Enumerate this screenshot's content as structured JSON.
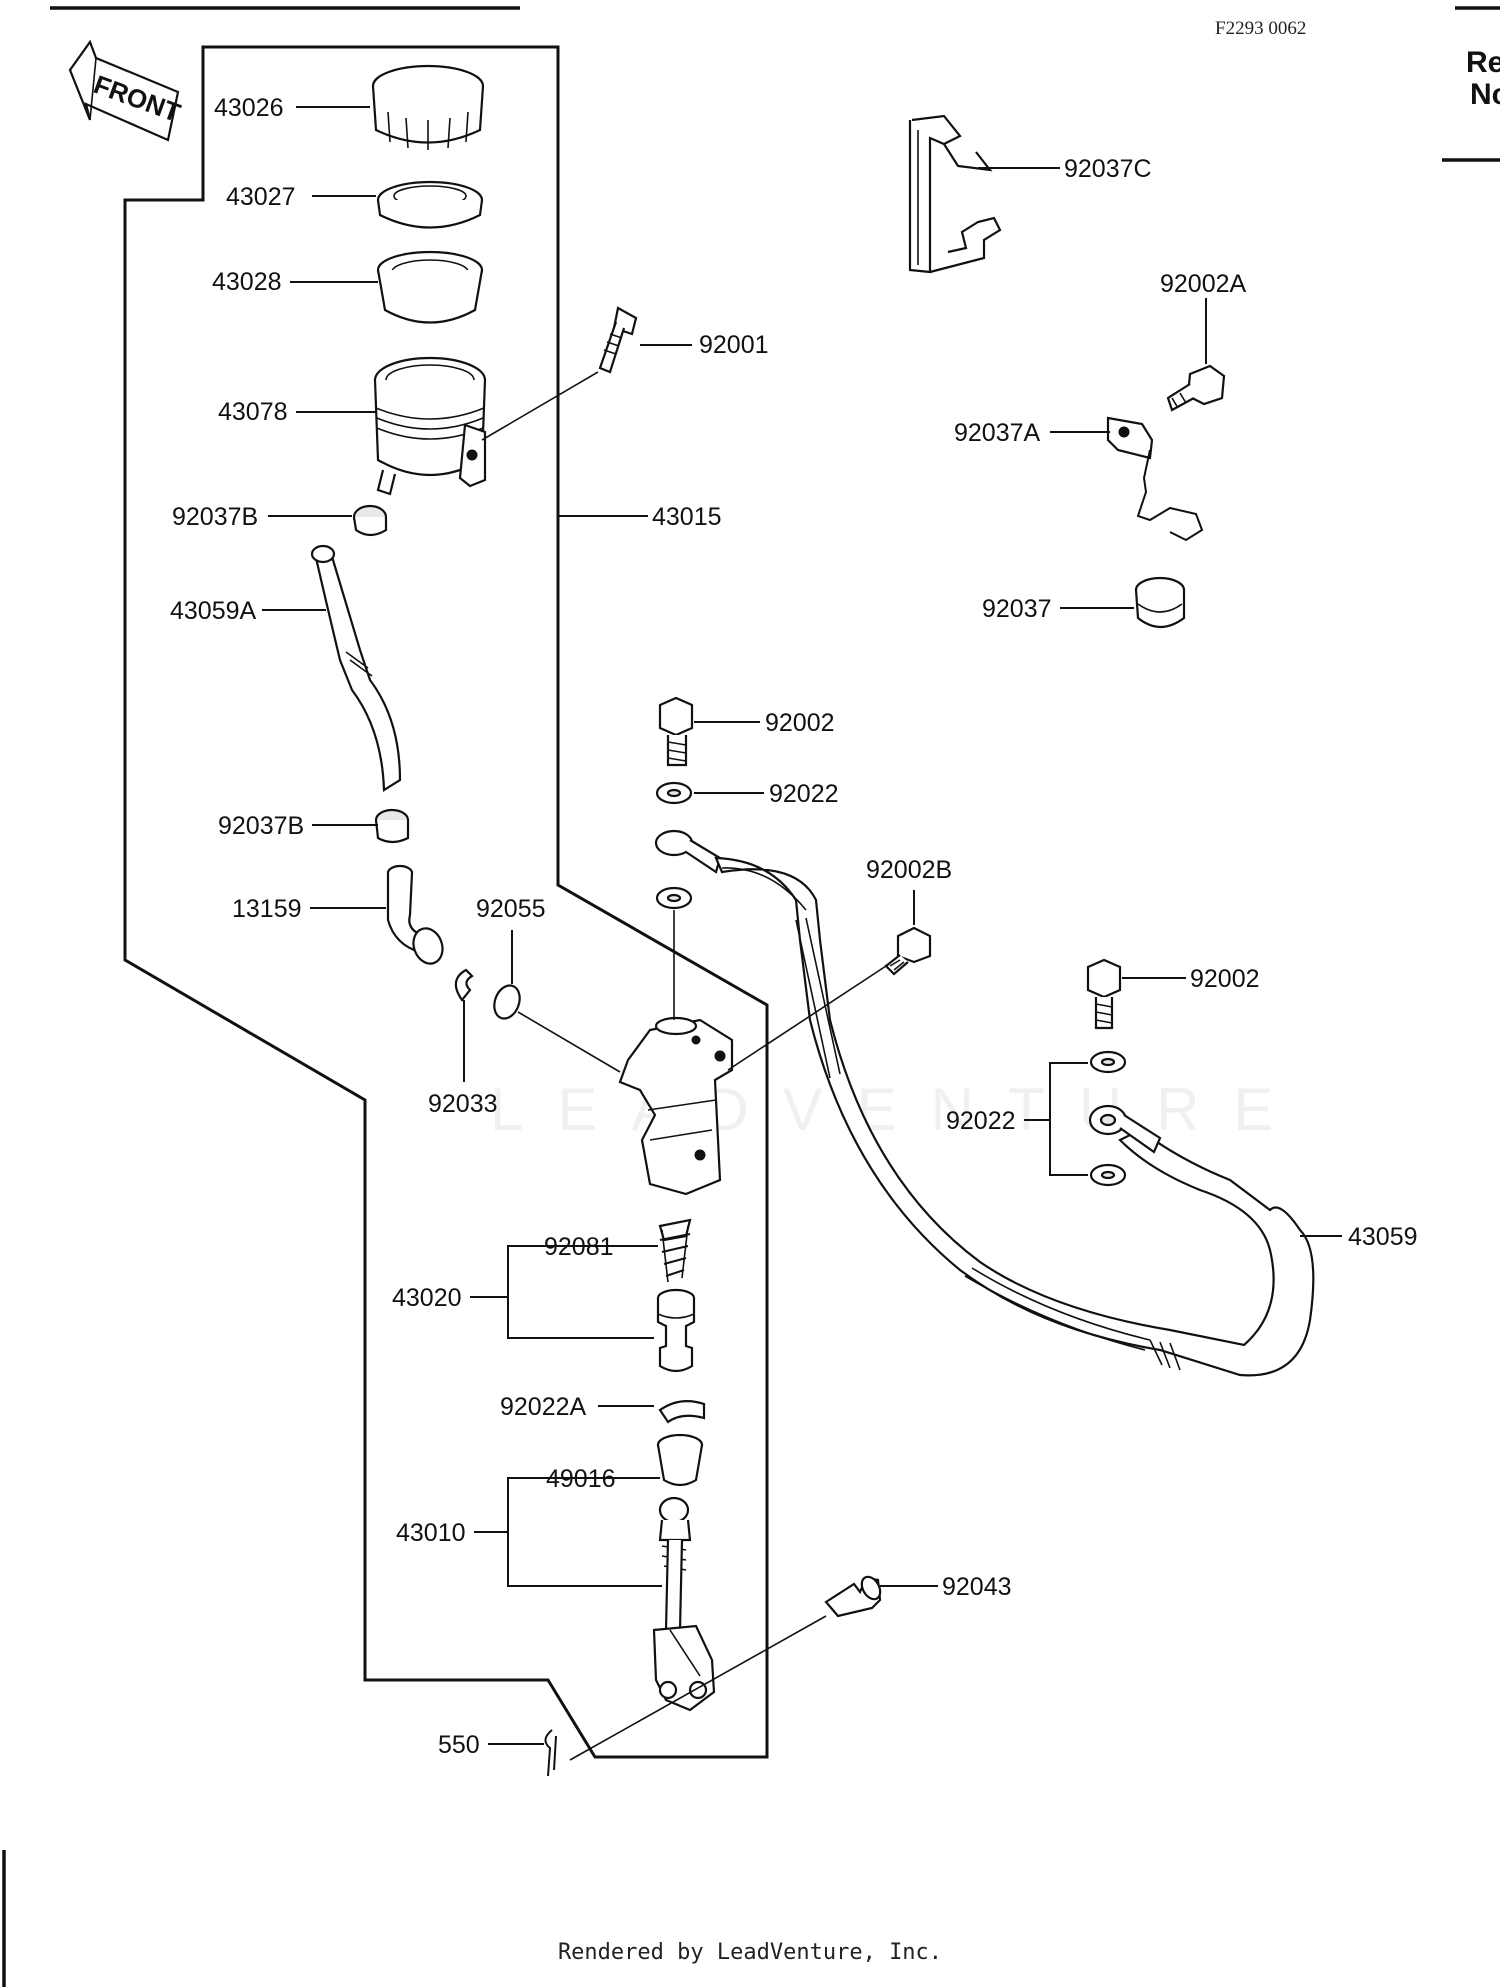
{
  "figure_ref": "F2293 0062",
  "corner_text": [
    "Re",
    "Nc"
  ],
  "front_label": "FRONT",
  "watermark": "LEADVENTURE",
  "footer": "Rendered by LeadVenture, Inc.",
  "parts": {
    "p43026": "43026",
    "p43027": "43027",
    "p43028": "43028",
    "p43078": "43078",
    "p92001": "92001",
    "p43015": "43015",
    "p92037B_top": "92037B",
    "p43059A": "43059A",
    "p92037B_bottom": "92037B",
    "p13159": "13159",
    "p92055": "92055",
    "p92033": "92033",
    "p92037C": "92037C",
    "p92002A": "92002A",
    "p92037A": "92037A",
    "p92037": "92037",
    "p92002_upper": "92002",
    "p92022_upper": "92022",
    "p92002B": "92002B",
    "p92002_right": "92002",
    "p92022_right": "92022",
    "p43059": "43059",
    "p92081": "92081",
    "p43020": "43020",
    "p92022A": "92022A",
    "p49016": "49016",
    "p43010": "43010",
    "p92043": "92043",
    "p550": "550"
  }
}
